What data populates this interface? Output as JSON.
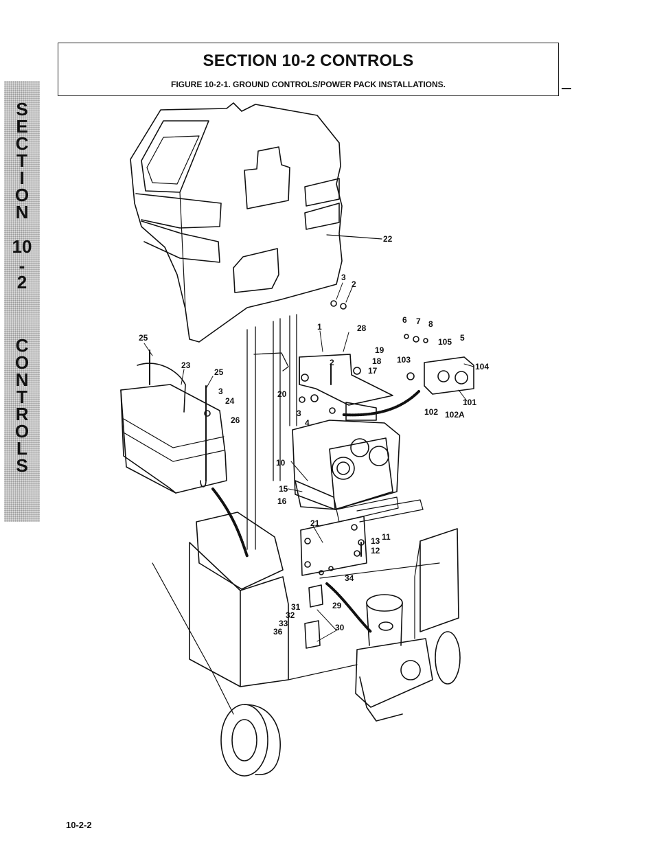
{
  "section_tab": {
    "letters": [
      "S",
      "E",
      "C",
      "T",
      "I",
      "O",
      "N",
      "10",
      "-",
      "2",
      "C",
      "O",
      "N",
      "T",
      "R",
      "O",
      "L",
      "S"
    ]
  },
  "header": {
    "title": "SECTION 10-2 CONTROLS",
    "figure_caption": "FIGURE 10-2-1. GROUND CONTROLS/POWER PACK INSTALLATIONS."
  },
  "callouts": [
    "22",
    "3",
    "2",
    "6",
    "7",
    "8",
    "105",
    "5",
    "104",
    "103",
    "101",
    "102",
    "102A",
    "1",
    "28",
    "19",
    "18",
    "17",
    "2",
    "20",
    "3",
    "4",
    "25",
    "23",
    "25",
    "3",
    "24",
    "26",
    "10",
    "15",
    "16",
    "21",
    "11",
    "13",
    "12",
    "34",
    "29",
    "31",
    "32",
    "33",
    "36",
    "30"
  ],
  "footer": {
    "page_number": "10-2-2"
  },
  "colors": {
    "ink": "#111111",
    "tab_shade": "#d6d6d6"
  }
}
